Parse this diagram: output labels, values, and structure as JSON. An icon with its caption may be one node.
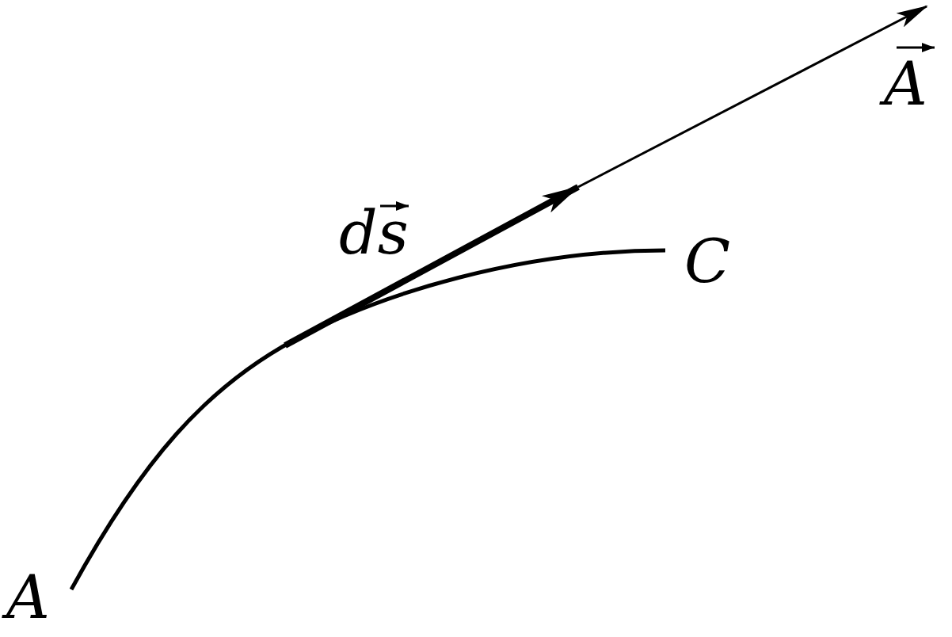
{
  "diagram": {
    "labels": [
      "A",
      "ds",
      "C",
      "A"
    ]
  }
}
